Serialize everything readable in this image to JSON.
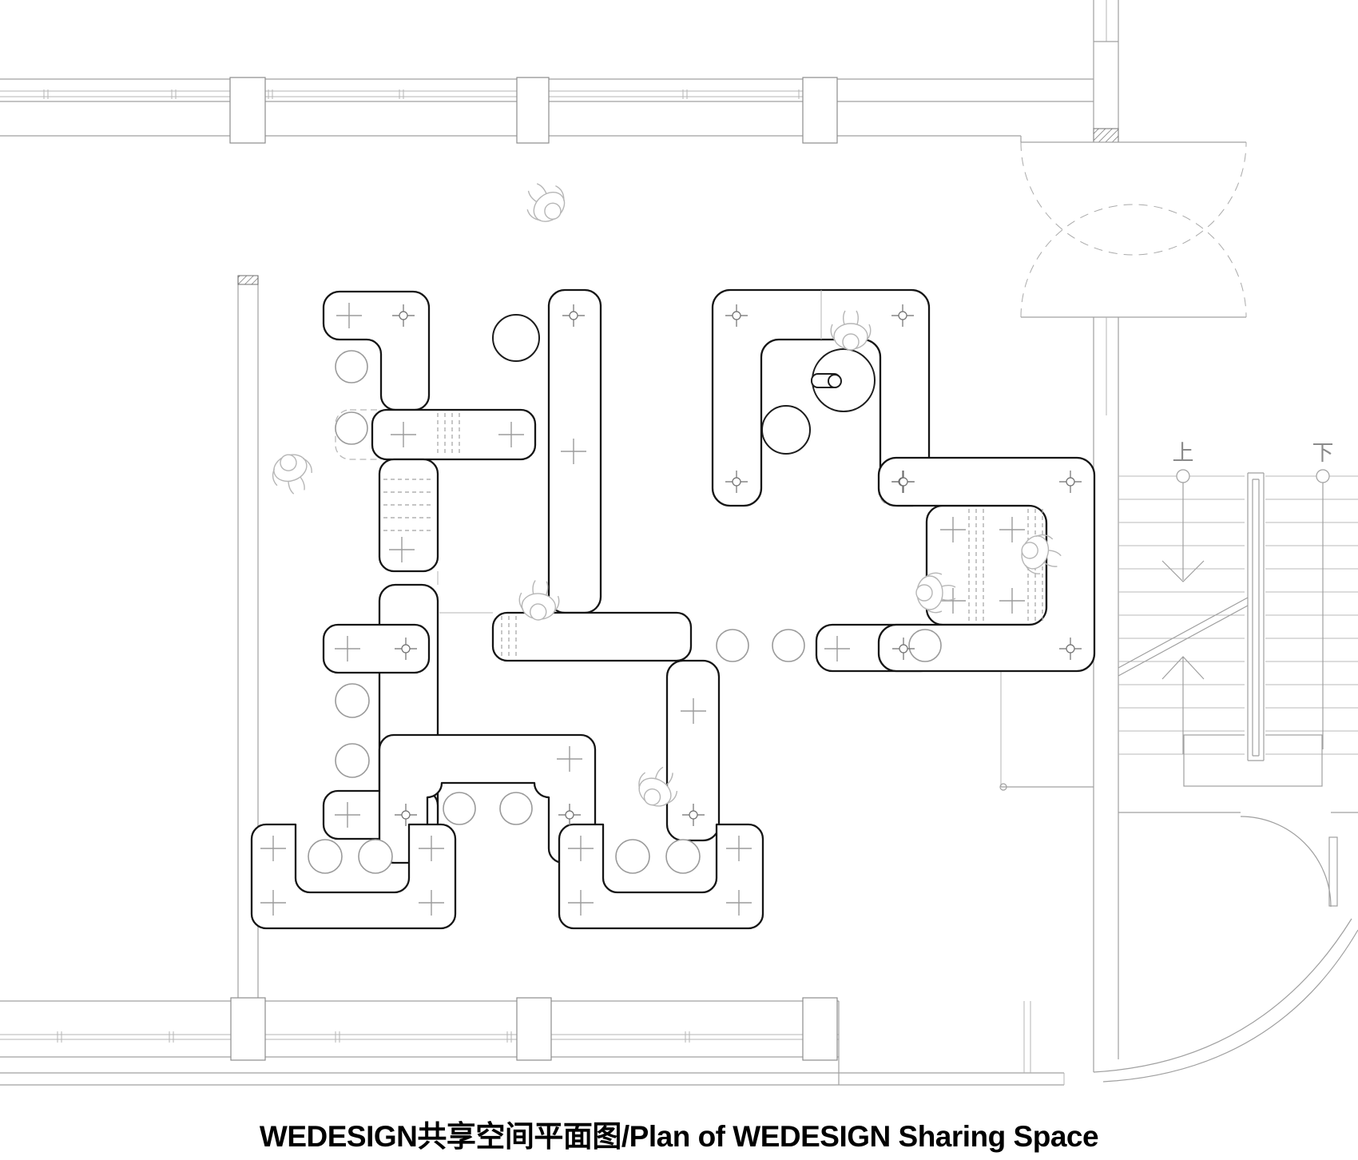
{
  "title": {
    "text": "WEDESIGN共享空间平面图/Plan of WEDESIGN Sharing Space"
  },
  "stairs": {
    "up_label": "上",
    "down_label": "下"
  },
  "drawing": {
    "kind": "architectural floor plan",
    "people_figures_visible": 7
  },
  "colors": {
    "background": "#ffffff",
    "furniture_line": "#151515",
    "wall_line": "#a0a0a0",
    "accent_line": "#9b9b9b",
    "title_color": "#000000"
  }
}
